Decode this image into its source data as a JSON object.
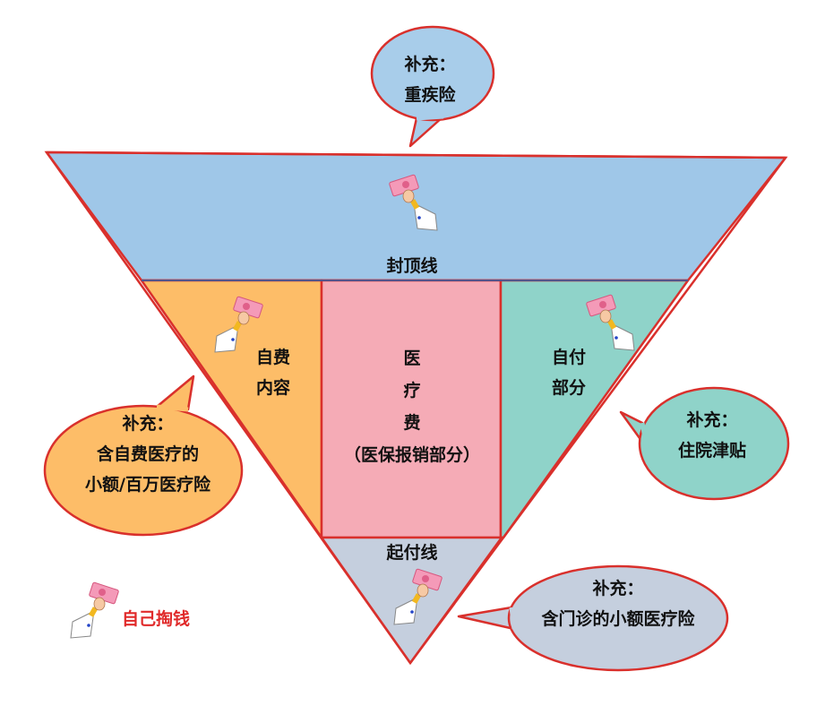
{
  "colors": {
    "top": "#9fc7e8",
    "left": "#fdbd68",
    "middle": "#f5abb6",
    "right": "#8fd3c9",
    "bottom": "#c5cfde",
    "outline": "#d9302c",
    "legend_text": "#e02a2a"
  },
  "icon": "hand-holding-money-icon",
  "regions": {
    "top_label": "封顶线",
    "left_label": [
      "自费",
      "内容"
    ],
    "middle_label": [
      "医",
      "疗",
      "费",
      "（医保报销部分）"
    ],
    "right_label": [
      "自付",
      "部分"
    ],
    "bottom_label": "起付线"
  },
  "bubbles": {
    "top": [
      "补充：",
      "重疾险"
    ],
    "left": [
      "补充：",
      "含自费医疗的",
      "小额/百万医疗险"
    ],
    "right": [
      "补充：",
      "住院津贴"
    ],
    "bottom": [
      "补充：",
      "含门诊的小额医疗险"
    ]
  },
  "legend": {
    "label": "自己掏钱"
  }
}
